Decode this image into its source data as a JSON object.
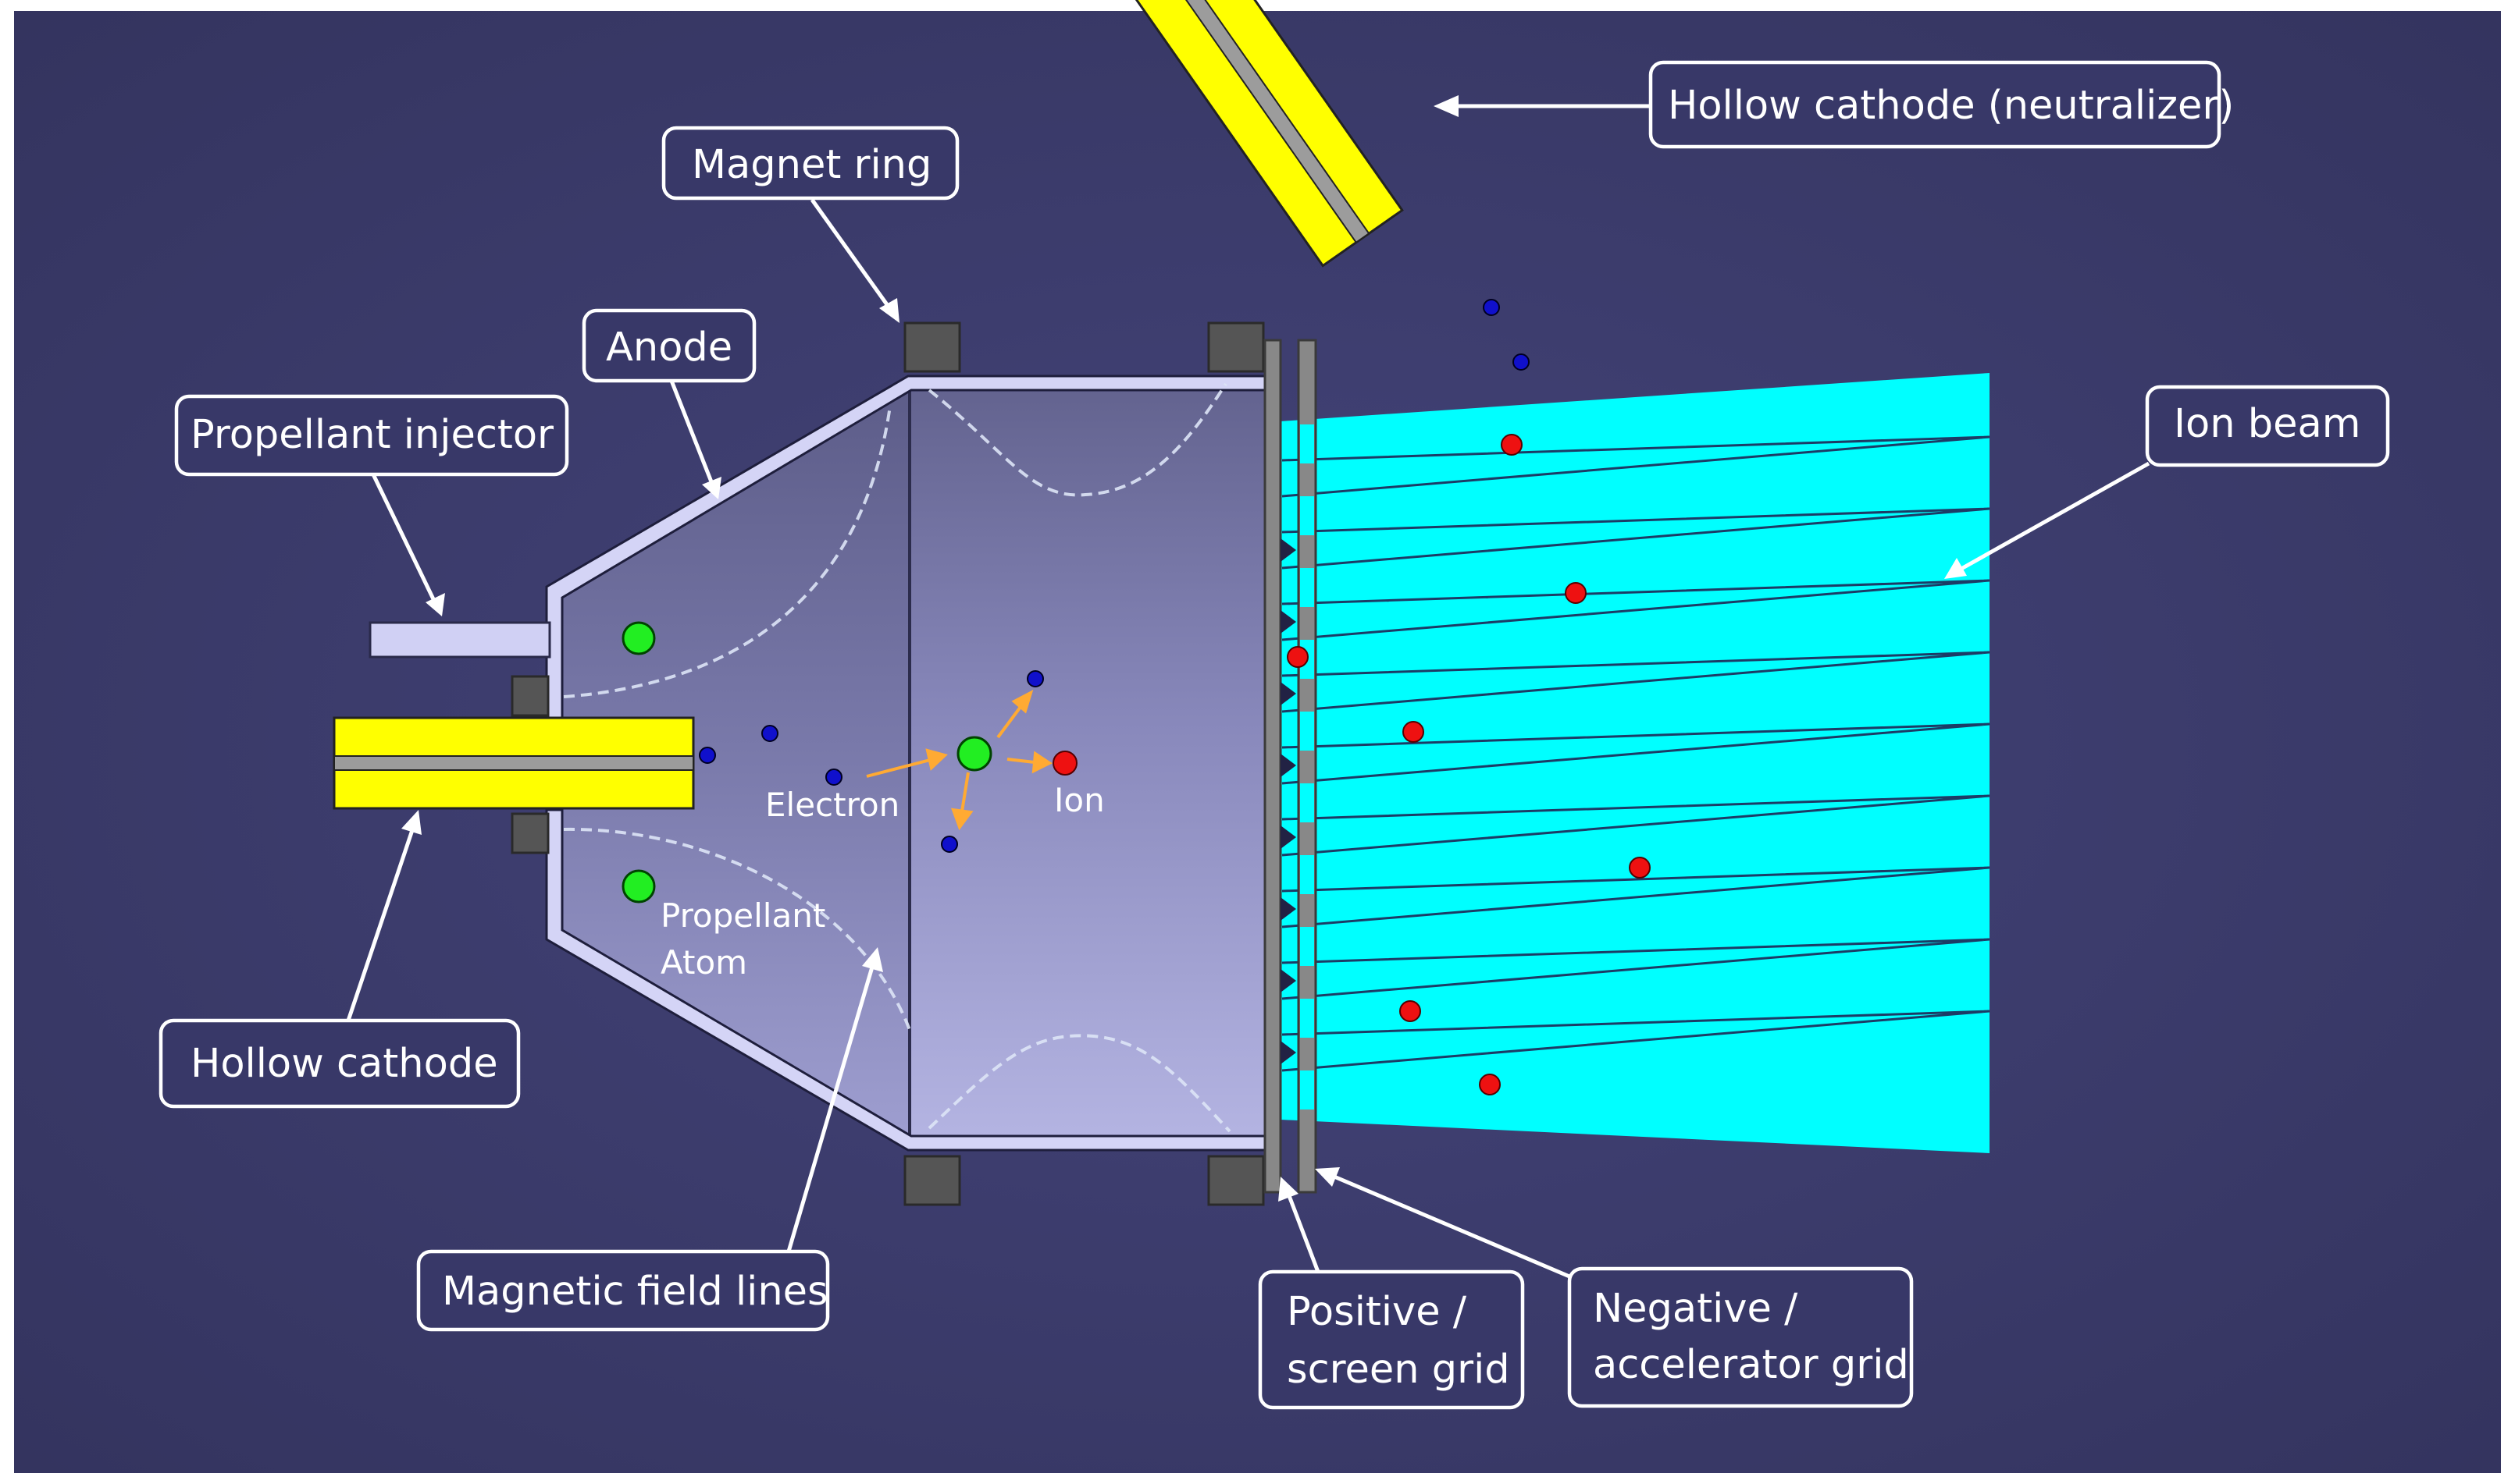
{
  "diagram": {
    "labels": {
      "hollow_cathode_neutralizer": "Hollow cathode (neutralizer)",
      "magnet_ring": "Magnet ring",
      "anode": "Anode",
      "propellant_injector": "Propellant injector",
      "ion_beam": "Ion beam",
      "hollow_cathode": "Hollow cathode",
      "magnetic_field_lines": "Magnetic field lines",
      "screen_grid_line1": "Positive /",
      "screen_grid_line2": "screen grid",
      "accel_grid_line1": "Negative /",
      "accel_grid_line2": "accelerator grid"
    },
    "inner_labels": {
      "electron": "Electron",
      "ion": "Ion",
      "propellant_line1": "Propellant",
      "propellant_line2": "Atom"
    },
    "colors": {
      "background": "#383868",
      "chamber": "#9a9acc",
      "cathode_yellow": "#ffff00",
      "ion_beam": "#00ffff",
      "grid": "#888888",
      "magnet": "#555555",
      "electron": "#1010cc",
      "ion": "#ee1111",
      "atom": "#22ee22",
      "arrow_orange": "#ffaa33"
    }
  }
}
